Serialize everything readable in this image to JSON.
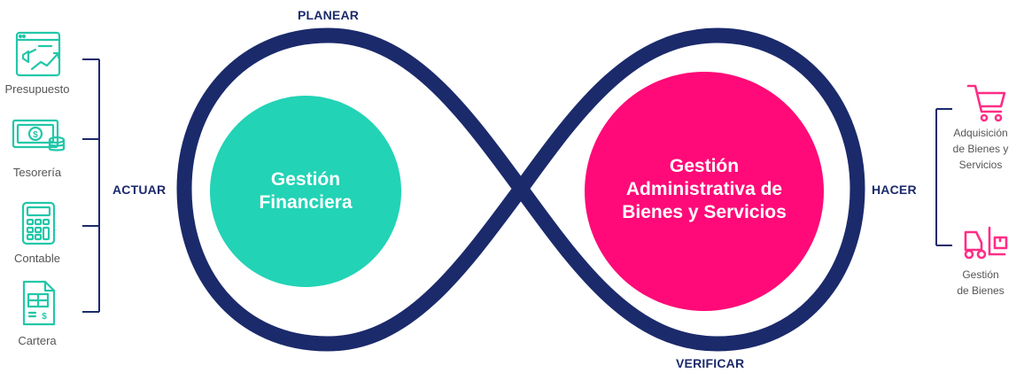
{
  "stages": {
    "planear": "PLANEAR",
    "hacer": "HACER",
    "verificar": "VERIFICAR",
    "actuar": "ACTUAR"
  },
  "left_circle": {
    "line1": "Gestión",
    "line2": "Financiera",
    "color": "#22d3b5"
  },
  "right_circle": {
    "line1": "Gestión",
    "line2": "Administrativa de",
    "line3": "Bienes y Servicios",
    "color": "#ff0a78"
  },
  "infinity_color": "#1b2a6b",
  "left_items": [
    {
      "label": "Presupuesto",
      "icon": "budget-chart-icon"
    },
    {
      "label": "Tesorería",
      "icon": "money-bill-icon"
    },
    {
      "label": "Contable",
      "icon": "calculator-icon"
    },
    {
      "label": "Cartera",
      "icon": "invoice-icon"
    }
  ],
  "right_items": [
    {
      "label_line1": "Adquisición",
      "label_line2": "de Bienes y",
      "label_line3": "Servicios",
      "icon": "shopping-cart-icon"
    },
    {
      "label_line1": "Gestión",
      "label_line2": "de Bienes",
      "icon": "forklift-icon"
    }
  ],
  "icon_colors": {
    "left": "#22c7a9",
    "right": "#ff2d86"
  }
}
